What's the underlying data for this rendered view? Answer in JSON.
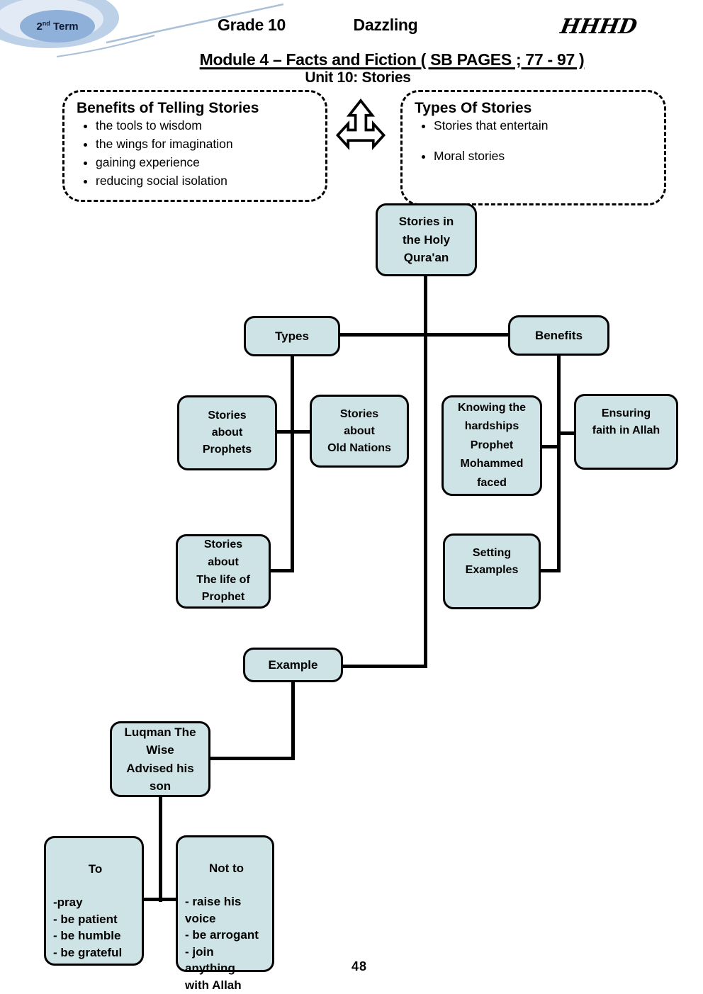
{
  "header": {
    "badge": {
      "num": "2",
      "sup": "nd",
      "rest": " Term"
    },
    "grade": "Grade 10",
    "brand": "Dazzling",
    "signature": "HHHD",
    "module_title": "Module 4 – Facts and Fiction ( SB PAGES ; 77 - 97 )",
    "unit_title": "Unit 10: Stories"
  },
  "benefits_panel": {
    "title": "Benefits of Telling Stories",
    "items": [
      "the tools to wisdom",
      "the wings for imagination",
      "gaining experience",
      "reducing social isolation"
    ]
  },
  "types_panel": {
    "title": "Types Of Stories",
    "items": [
      "Stories that entertain",
      "Moral stories"
    ]
  },
  "flowchart": {
    "root": "Stories in\nthe Holy\nQura'an",
    "types": "Types",
    "benefits": "Benefits",
    "stories_prophets": "Stories\nabout\nProphets",
    "stories_old_nations": "Stories\nabout\nOld Nations",
    "knowing_hardships": "Knowing the\nhardships\nProphet\nMohammed\nfaced",
    "ensuring_faith": "Ensuring\nfaith in Allah",
    "stories_life_prophet": "Stories\nabout\nThe life of\nProphet",
    "setting_examples": "Setting\nExamples",
    "example": "Example",
    "luqman": "Luqman The\nWise\nAdvised his\nson",
    "to_box": {
      "title": "To",
      "lines": "-pray\n- be patient\n- be humble\n- be grateful"
    },
    "not_to_box": {
      "title": "Not to",
      "lines": "- raise his\nvoice\n- be arrogant\n- join\nanything\nwith Allah"
    }
  },
  "icons": {
    "arrow": "three-way-arrow-icon"
  },
  "colors": {
    "node_fill": "#cde3e6",
    "badge_inner": "#8fb0d9",
    "badge_outer": "#bcd0e8",
    "line": "#000000"
  },
  "footer": {
    "page_number": "48"
  }
}
